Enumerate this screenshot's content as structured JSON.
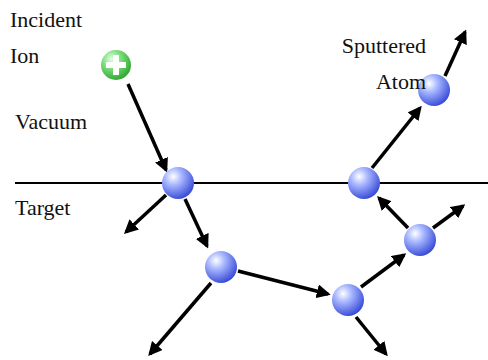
{
  "diagram": {
    "labels": [
      "Incident Ion",
      "Sputtered Atom",
      "Vacuum",
      "Target"
    ]
  }
}
